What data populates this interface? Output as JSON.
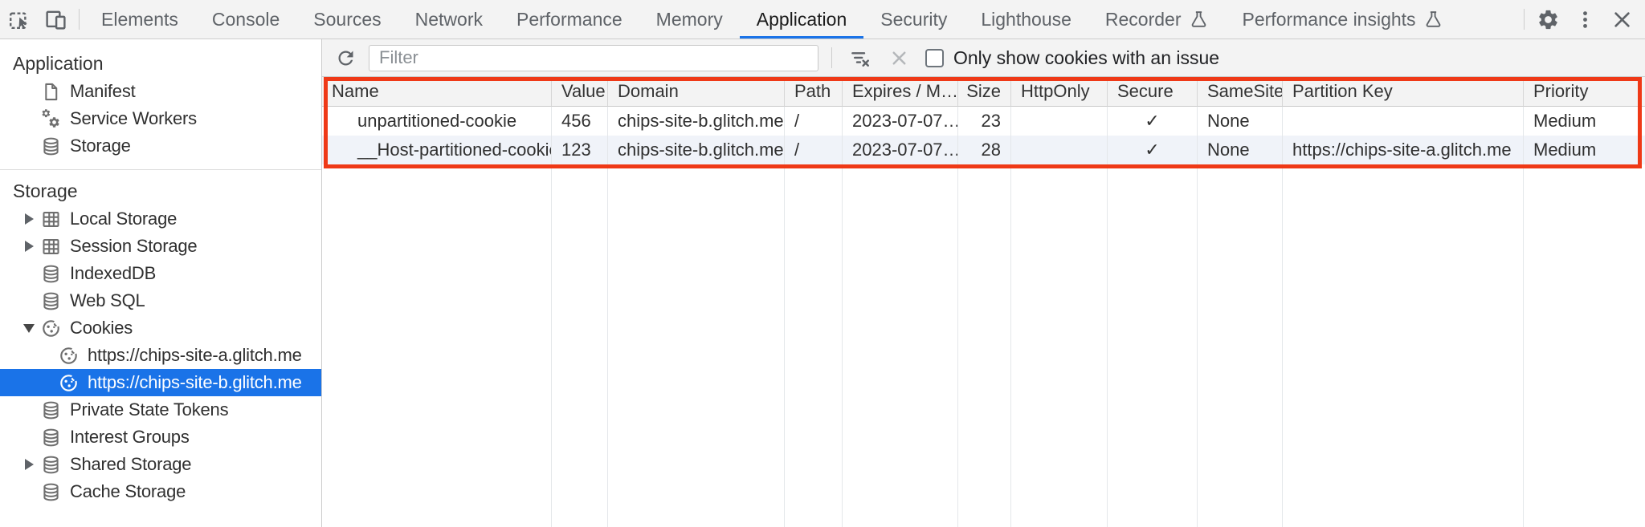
{
  "tabbar": {
    "tabs": [
      {
        "label": "Elements"
      },
      {
        "label": "Console"
      },
      {
        "label": "Sources"
      },
      {
        "label": "Network"
      },
      {
        "label": "Performance"
      },
      {
        "label": "Memory"
      },
      {
        "label": "Application",
        "selected": true
      },
      {
        "label": "Security"
      },
      {
        "label": "Lighthouse"
      },
      {
        "label": "Recorder",
        "flask": true
      },
      {
        "label": "Performance insights",
        "flask": true
      }
    ]
  },
  "sidebar": {
    "sections": [
      {
        "title": "Application",
        "items": [
          {
            "label": "Manifest",
            "icon": "file",
            "indent": 1
          },
          {
            "label": "Service Workers",
            "icon": "gears",
            "indent": 1
          },
          {
            "label": "Storage",
            "icon": "database",
            "indent": 1
          }
        ]
      },
      {
        "title": "Storage",
        "items": [
          {
            "label": "Local Storage",
            "icon": "grid",
            "arrow": "right",
            "indent": 1
          },
          {
            "label": "Session Storage",
            "icon": "grid",
            "arrow": "right",
            "indent": 1
          },
          {
            "label": "IndexedDB",
            "icon": "database",
            "indent": 1
          },
          {
            "label": "Web SQL",
            "icon": "database",
            "indent": 1
          },
          {
            "label": "Cookies",
            "icon": "cookie",
            "arrow": "down",
            "indent": 1
          },
          {
            "label": "https://chips-site-a.glitch.me",
            "icon": "cookie",
            "indent": 2
          },
          {
            "label": "https://chips-site-b.glitch.me",
            "icon": "cookie",
            "indent": 2,
            "selected": true
          },
          {
            "label": "Private State Tokens",
            "icon": "database",
            "indent": 1
          },
          {
            "label": "Interest Groups",
            "icon": "database",
            "indent": 1
          },
          {
            "label": "Shared Storage",
            "icon": "database",
            "arrow": "right",
            "indent": 1
          },
          {
            "label": "Cache Storage",
            "icon": "database",
            "indent": 1
          }
        ]
      }
    ]
  },
  "filterbar": {
    "placeholder": "Filter",
    "checkbox_label": "Only show cookies with an issue",
    "checkbox_checked": false
  },
  "table": {
    "columns": [
      {
        "key": "name",
        "label": "Name"
      },
      {
        "key": "value",
        "label": "Value"
      },
      {
        "key": "domain",
        "label": "Domain"
      },
      {
        "key": "path",
        "label": "Path"
      },
      {
        "key": "expires",
        "label": "Expires / M…"
      },
      {
        "key": "size",
        "label": "Size",
        "align": "right"
      },
      {
        "key": "httponly",
        "label": "HttpOnly",
        "align": "center"
      },
      {
        "key": "secure",
        "label": "Secure",
        "align": "center"
      },
      {
        "key": "samesite",
        "label": "SameSite"
      },
      {
        "key": "partitionkey",
        "label": "Partition Key"
      },
      {
        "key": "priority",
        "label": "Priority"
      }
    ],
    "rows": [
      [
        "unpartitioned-cookie",
        "456",
        "chips-site-b.glitch.me",
        "/",
        "2023-07-07…",
        "23",
        "",
        "✓",
        "None",
        "",
        "Medium"
      ],
      [
        "__Host-partitioned-cookie",
        "123",
        "chips-site-b.glitch.me",
        "/",
        "2023-07-07…",
        "28",
        "",
        "✓",
        "None",
        "https://chips-site-a.glitch.me",
        "Medium"
      ]
    ]
  },
  "colors": {
    "accent_blue": "#1a73e8",
    "highlight_red": "#ef3917",
    "selected_row_bg": "#1a73e8",
    "stripe_row": "#f0f3f9",
    "toolbar_bg": "#f3f3f3"
  },
  "icons": {
    "inspect": "inspect-icon",
    "device": "device-toolbar-icon",
    "flask": "experiment-flask-icon",
    "settings": "settings-gear-icon",
    "menu": "kebab-menu-icon",
    "close": "close-icon",
    "refresh": "refresh-icon",
    "clear_filter": "clear-filter-icon",
    "clear": "clear-x-icon",
    "checkmark": "✓"
  }
}
